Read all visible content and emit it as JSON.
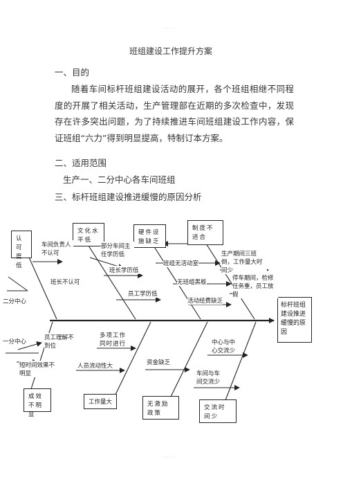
{
  "header_dots": "......",
  "footer_dots": "......",
  "title": "班组建设工作提升方案",
  "sections": {
    "s1": "一、目的",
    "s1_body": "随着车间标杆班组建设活动的展开，各个班组相继不同程度的开展了相关活动，生产管理部在近期的多次检查中，发现存在许多突出问题，为了持续推进车间班组建设工作内容，保证班组“六力”得到明显提高，特制订本方案。",
    "s2": "二、适用范围",
    "s2_body": "生产一、二分中心各车间班组",
    "s3": "三、标杆班组建设推进缓慢的原因分析"
  },
  "diagram": {
    "head": "标杆班组建设推进缓慢的原因",
    "top_boxes": [
      "认可度低",
      "文化水平低",
      "硬件设施缺乏",
      "制度不适合"
    ],
    "bottom_boxes": [
      "成效不明显",
      "工作量大",
      "无激励政策",
      "交流时间少"
    ],
    "causes": {
      "a1": "车间负责人不认可",
      "a2": "班长不认可",
      "a3": "二分中心",
      "b1": "部分车间主任学历低",
      "b2": "班长学历低",
      "b3": "员工学历低",
      "c1": "班组无活动室",
      "c2": "无班组黑板",
      "c3": "活动经费缺乏",
      "d1": "生产期间三班倒，工作量大时间少",
      "d2": "停车期间，检修任务重，员工放假",
      "e1": "一分中心",
      "e2": "员工理解不到位",
      "e3": "短时间效果不明显",
      "f1": "多项工作同时进行",
      "f2": "人员流动性大",
      "g1": "资金缺乏",
      "h1": "中心与中心交流少",
      "h2": "车间与车间交流少"
    }
  }
}
